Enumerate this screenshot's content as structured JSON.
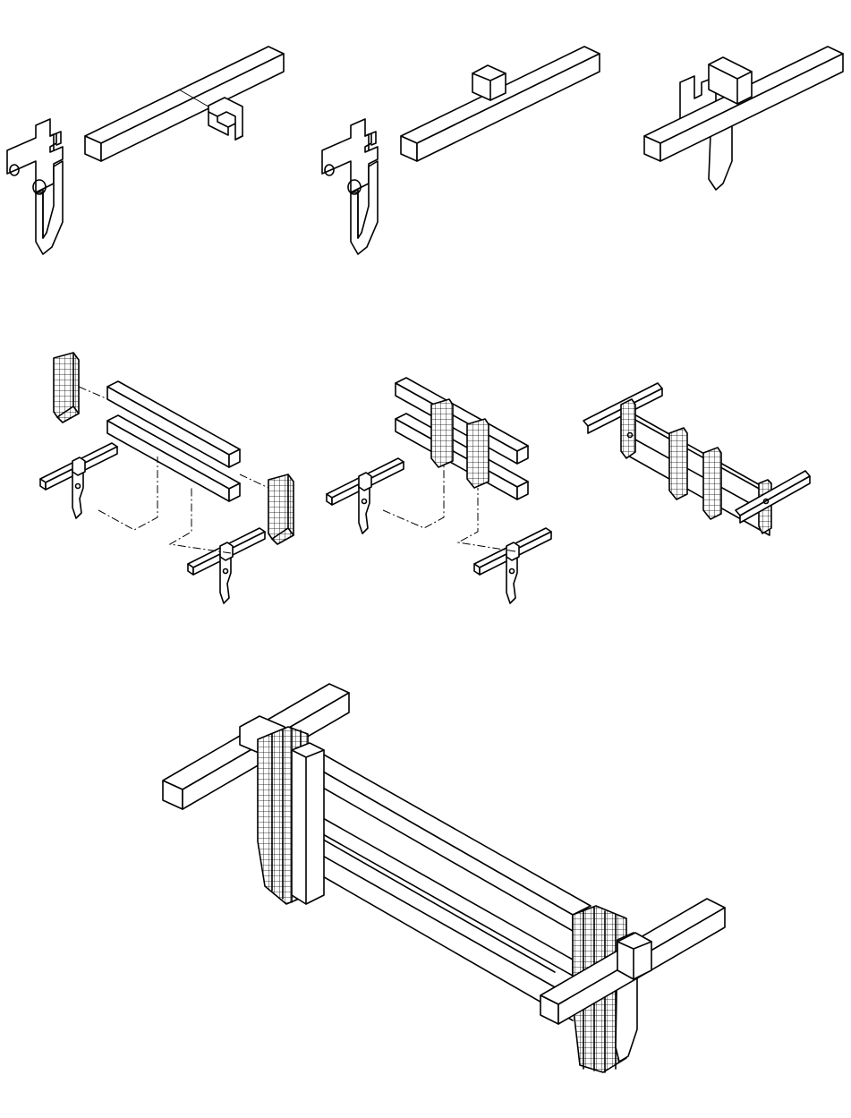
{
  "diagram": {
    "kind": "isometric assembly instruction",
    "background": "#ffffff",
    "line_color": "#000000",
    "labels": [],
    "steps": [
      {
        "id": "clip-fit-exploded",
        "parts": [
          "hook-bracket",
          "square-bar",
          "u-clip"
        ]
      },
      {
        "id": "clip-on-bar",
        "parts": [
          "hook-bracket",
          "square-bar-with-clip"
        ]
      },
      {
        "id": "bracket-on-bar",
        "parts": [
          "bracket-bar-assembly"
        ]
      },
      {
        "id": "frame-exploded",
        "parts": [
          "grid-pad-left",
          "flat-rail-upper",
          "flat-rail-lower",
          "grid-pad-right",
          "bracket-bar-assembly-left",
          "bracket-bar-assembly-right"
        ]
      },
      {
        "id": "frame-partial",
        "parts": [
          "rails-with-pads",
          "bracket-bar-assembly-left",
          "bracket-bar-assembly-right"
        ]
      },
      {
        "id": "frame-assembled",
        "parts": [
          "complete-frame-small"
        ]
      },
      {
        "id": "frame-detail",
        "parts": [
          "complete-frame-large"
        ]
      }
    ]
  }
}
